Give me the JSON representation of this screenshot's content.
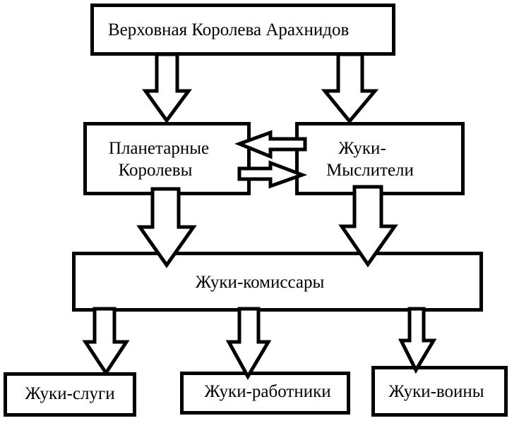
{
  "diagram": {
    "nodes": {
      "supreme_queen": {
        "label": "Верховная Королева Арахнидов"
      },
      "planetary_queens": {
        "label_lines": [
          "Планетарные",
          "Королевы"
        ]
      },
      "thinker_bugs": {
        "label_lines": [
          "Жуки-",
          "Мыслители"
        ]
      },
      "commissar_bugs": {
        "label": "Жуки-комиссары"
      },
      "servant_bugs": {
        "label": "Жуки-слуги"
      },
      "worker_bugs": {
        "label": "Жуки-работники"
      },
      "warrior_bugs": {
        "label": "Жуки-воины"
      }
    },
    "edges": [
      {
        "from": "supreme_queen",
        "to": "planetary_queens"
      },
      {
        "from": "supreme_queen",
        "to": "thinker_bugs"
      },
      {
        "from": "thinker_bugs",
        "to": "planetary_queens"
      },
      {
        "from": "planetary_queens",
        "to": "thinker_bugs"
      },
      {
        "from": "planetary_queens",
        "to": "commissar_bugs"
      },
      {
        "from": "thinker_bugs",
        "to": "commissar_bugs"
      },
      {
        "from": "commissar_bugs",
        "to": "servant_bugs"
      },
      {
        "from": "commissar_bugs",
        "to": "worker_bugs"
      },
      {
        "from": "commissar_bugs",
        "to": "warrior_bugs"
      }
    ],
    "colors": {
      "stroke": "#000000",
      "fill": "#ffffff",
      "text": "#000000"
    }
  }
}
